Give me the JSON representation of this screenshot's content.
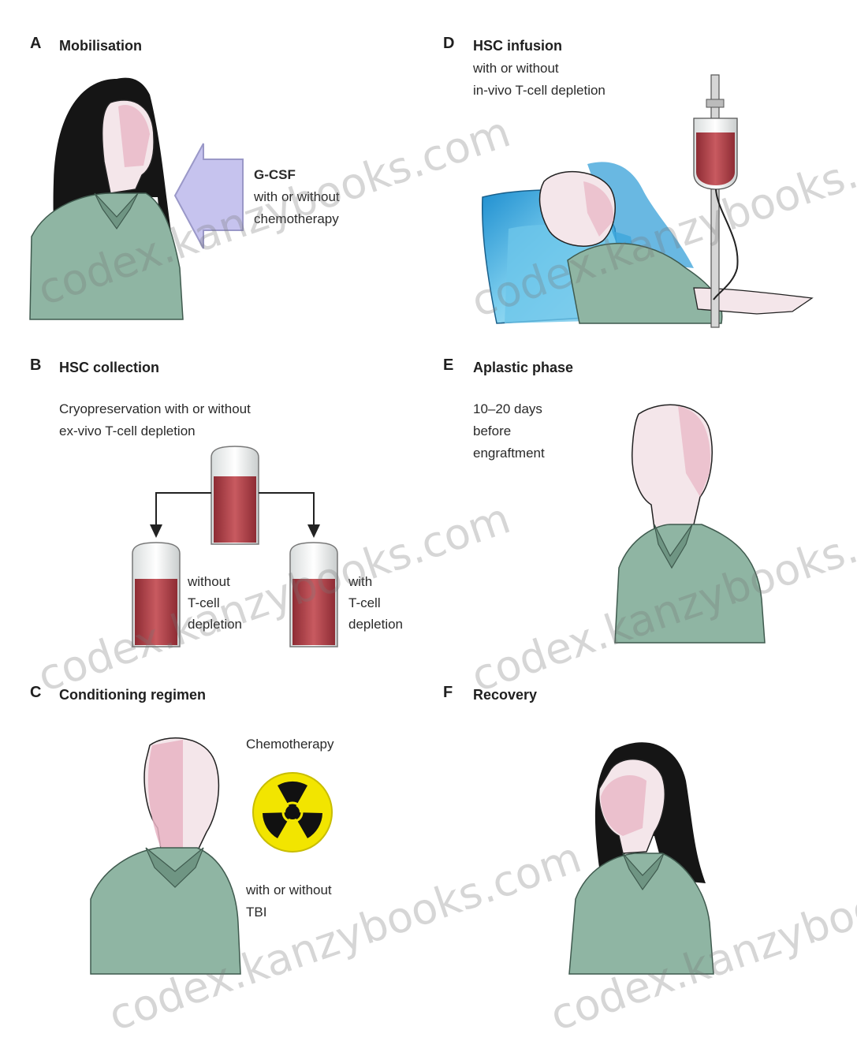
{
  "panels": {
    "a": {
      "letter": "A",
      "title": "Mobilisation",
      "arrow_line1": "G-CSF",
      "arrow_line2": "with or without",
      "arrow_line3": "chemotherapy"
    },
    "b": {
      "letter": "B",
      "title": "HSC collection",
      "desc_line1": "Cryopreservation with or without",
      "desc_line2": "ex-vivo T-cell depletion",
      "left_label": [
        "without",
        "T-cell",
        "depletion"
      ],
      "right_label": [
        "with",
        "T-cell",
        "depletion"
      ]
    },
    "c": {
      "letter": "C",
      "title": "Conditioning regimen",
      "top_label": "Chemotherapy",
      "bottom_line1": "with or without",
      "bottom_line2": "TBI"
    },
    "d": {
      "letter": "D",
      "title": "HSC infusion",
      "line1": "with or without",
      "line2": "in-vivo T-cell depletion"
    },
    "e": {
      "letter": "E",
      "title": "Aplastic phase",
      "line1": "10–20 days",
      "line2": "before",
      "line3": "engraftment"
    },
    "f": {
      "letter": "F",
      "title": "Recovery"
    }
  },
  "watermark": "codex.kanzybooks.com",
  "colors": {
    "shirt": "#8fb5a3",
    "shirt_dark": "#5e7f6e",
    "skin": "#f4e6ea",
    "skin_pink": "#e8b3c3",
    "hair": "#151515",
    "blood": "#b5474e",
    "arrow_fill": "#c6c3ee",
    "hazard_yellow": "#f2e500",
    "bed_blue": "#4ab3e0"
  }
}
